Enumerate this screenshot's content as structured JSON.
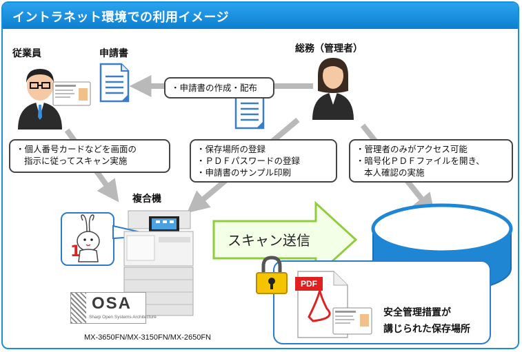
{
  "title": "イントラネット環境での利用イメージ",
  "employee_label": "従業員",
  "form_label": "申請書",
  "admin_label": "総務（管理者）",
  "mfp_label": "複合機",
  "distribute_bubble": "・申請書の作成・配布",
  "scan_bubble": [
    "・個人番号カードなどを画面の",
    "指示に従ってスキャン実施"
  ],
  "setup_bubble": [
    "・保存場所の登録",
    "・ＰＤＦパスワードの登録",
    "・申請書のサンプル印刷"
  ],
  "access_bubble": [
    "・管理者のみがアクセス可能",
    "・暗号化ＰＤＦファイルを開き、",
    "本人確認の実施"
  ],
  "scan_send": "スキャン送信",
  "storage_label": [
    "安全管理措置が",
    "講じられた保存場所"
  ],
  "pdf_badge": "PDF",
  "osa_logo": "OSA",
  "osa_sub": "Sharp Open Systems Architecture",
  "model_text": "MX-3650FN/MX-3150FN/MX-2650FN",
  "colors": {
    "title_bar": "#1b8fd6",
    "arrow_gray": "#b9b9b9",
    "scan_arrow_green": "#8fce3a",
    "storage_blue": "#1f86d4"
  }
}
